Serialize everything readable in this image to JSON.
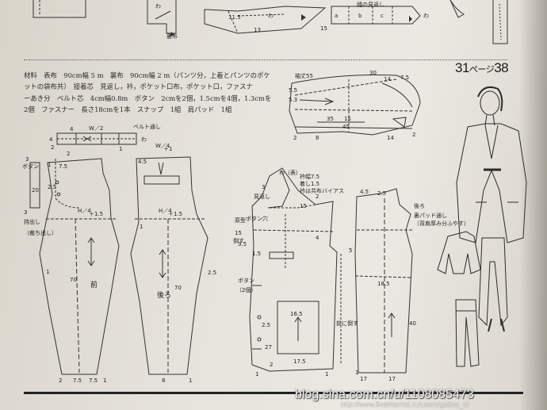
{
  "materials": {
    "lines": [
      "材料　表布　90cm幅 5 m　裏布　90cm幅 2 m（パンツ分，上着とパンツのポケ",
      "ットの袋布共）　接着芯　見返し，衿，ポケット口布，ポケット口，ファスナ",
      "ーあき分　ベルト芯　4cm幅0.8m　ボタン　2cmを2個，1.5cmを4個，1.3cmを",
      "2個　ファスナー　長さ18cmを1本　スナップ　1組　肩パッド　1組"
    ]
  },
  "page_ref": {
    "number": "31",
    "unit": "ページ",
    "pattern_no": "38"
  },
  "labels": {
    "top_fragments": [
      "わ",
      "裏布",
      "11.5",
      "13",
      "わ",
      "縫の見返し",
      "a",
      "b",
      "c",
      "わ",
      "15"
    ],
    "sleeve": [
      "袖丈55",
      "30",
      "14",
      "7.5",
      "5.5",
      "5.3",
      "35",
      "15",
      "45",
      "2",
      "8",
      "14",
      "2"
    ],
    "waistband": [
      "4",
      "W／2",
      "4",
      "ベルト通し",
      "わ",
      "2",
      "1"
    ],
    "front_pants": [
      "3",
      "ボタン",
      "20",
      "3",
      "持出し",
      "（裁ち出し）",
      "2",
      "1",
      "7.5",
      "2.5",
      "H／4",
      "＋1.5",
      "前",
      "70",
      "1",
      "7.5",
      "2",
      "1",
      "7.5"
    ],
    "back_pants": [
      "W／4",
      "＋1",
      "4.5",
      "H／4",
      "＋1.5",
      "後ろ",
      "70",
      "2.5",
      "1",
      "8",
      "1"
    ],
    "jacket_front": [
      "わ（表）",
      "衿幅7.5",
      "着し1.5",
      "衿は共布バイアス",
      "見返し",
      "3",
      "15",
      "2",
      "ボタン穴",
      "3.5",
      "1.5",
      "4",
      "原型",
      "15",
      "倒す",
      "ボタン",
      "（2個）",
      "16.5",
      "2.5",
      "27",
      "17.5",
      "2",
      "1",
      "1"
    ],
    "jacket_back": [
      "4.5",
      "2.5",
      "5",
      "18.5",
      "17",
      "17",
      "40",
      "後ろ",
      "裏パッド通し",
      "（背肩厚み分ふやす）",
      "1",
      "前に倒す"
    ]
  },
  "watermark": {
    "main": "blog.sina.com.cn/u/1108085473",
    "sub": "http://www.liveinternet.ru/users/galina_d/"
  },
  "colors": {
    "paper": "#e8e5de",
    "ink": "#222222"
  }
}
